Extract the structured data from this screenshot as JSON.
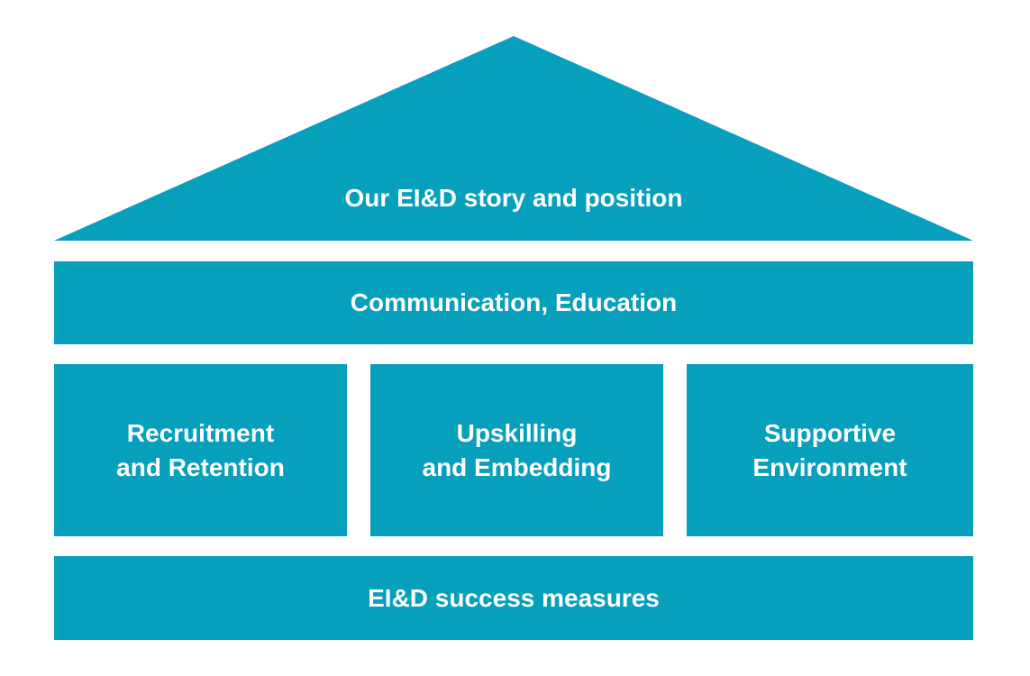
{
  "colors": {
    "fill": "#069FBC",
    "text": "#FFFFFF",
    "background": "#FFFFFF"
  },
  "roof": {
    "label": "Our EI&D story and position"
  },
  "beam": {
    "label": "Communication, Education"
  },
  "pillars": [
    {
      "line1": "Recruitment",
      "line2": "and Retention"
    },
    {
      "line1": "Upskilling",
      "line2": "and Embedding"
    },
    {
      "line1": "Supportive",
      "line2": "Environment"
    }
  ],
  "foundation": {
    "label": "EI&D success measures"
  }
}
